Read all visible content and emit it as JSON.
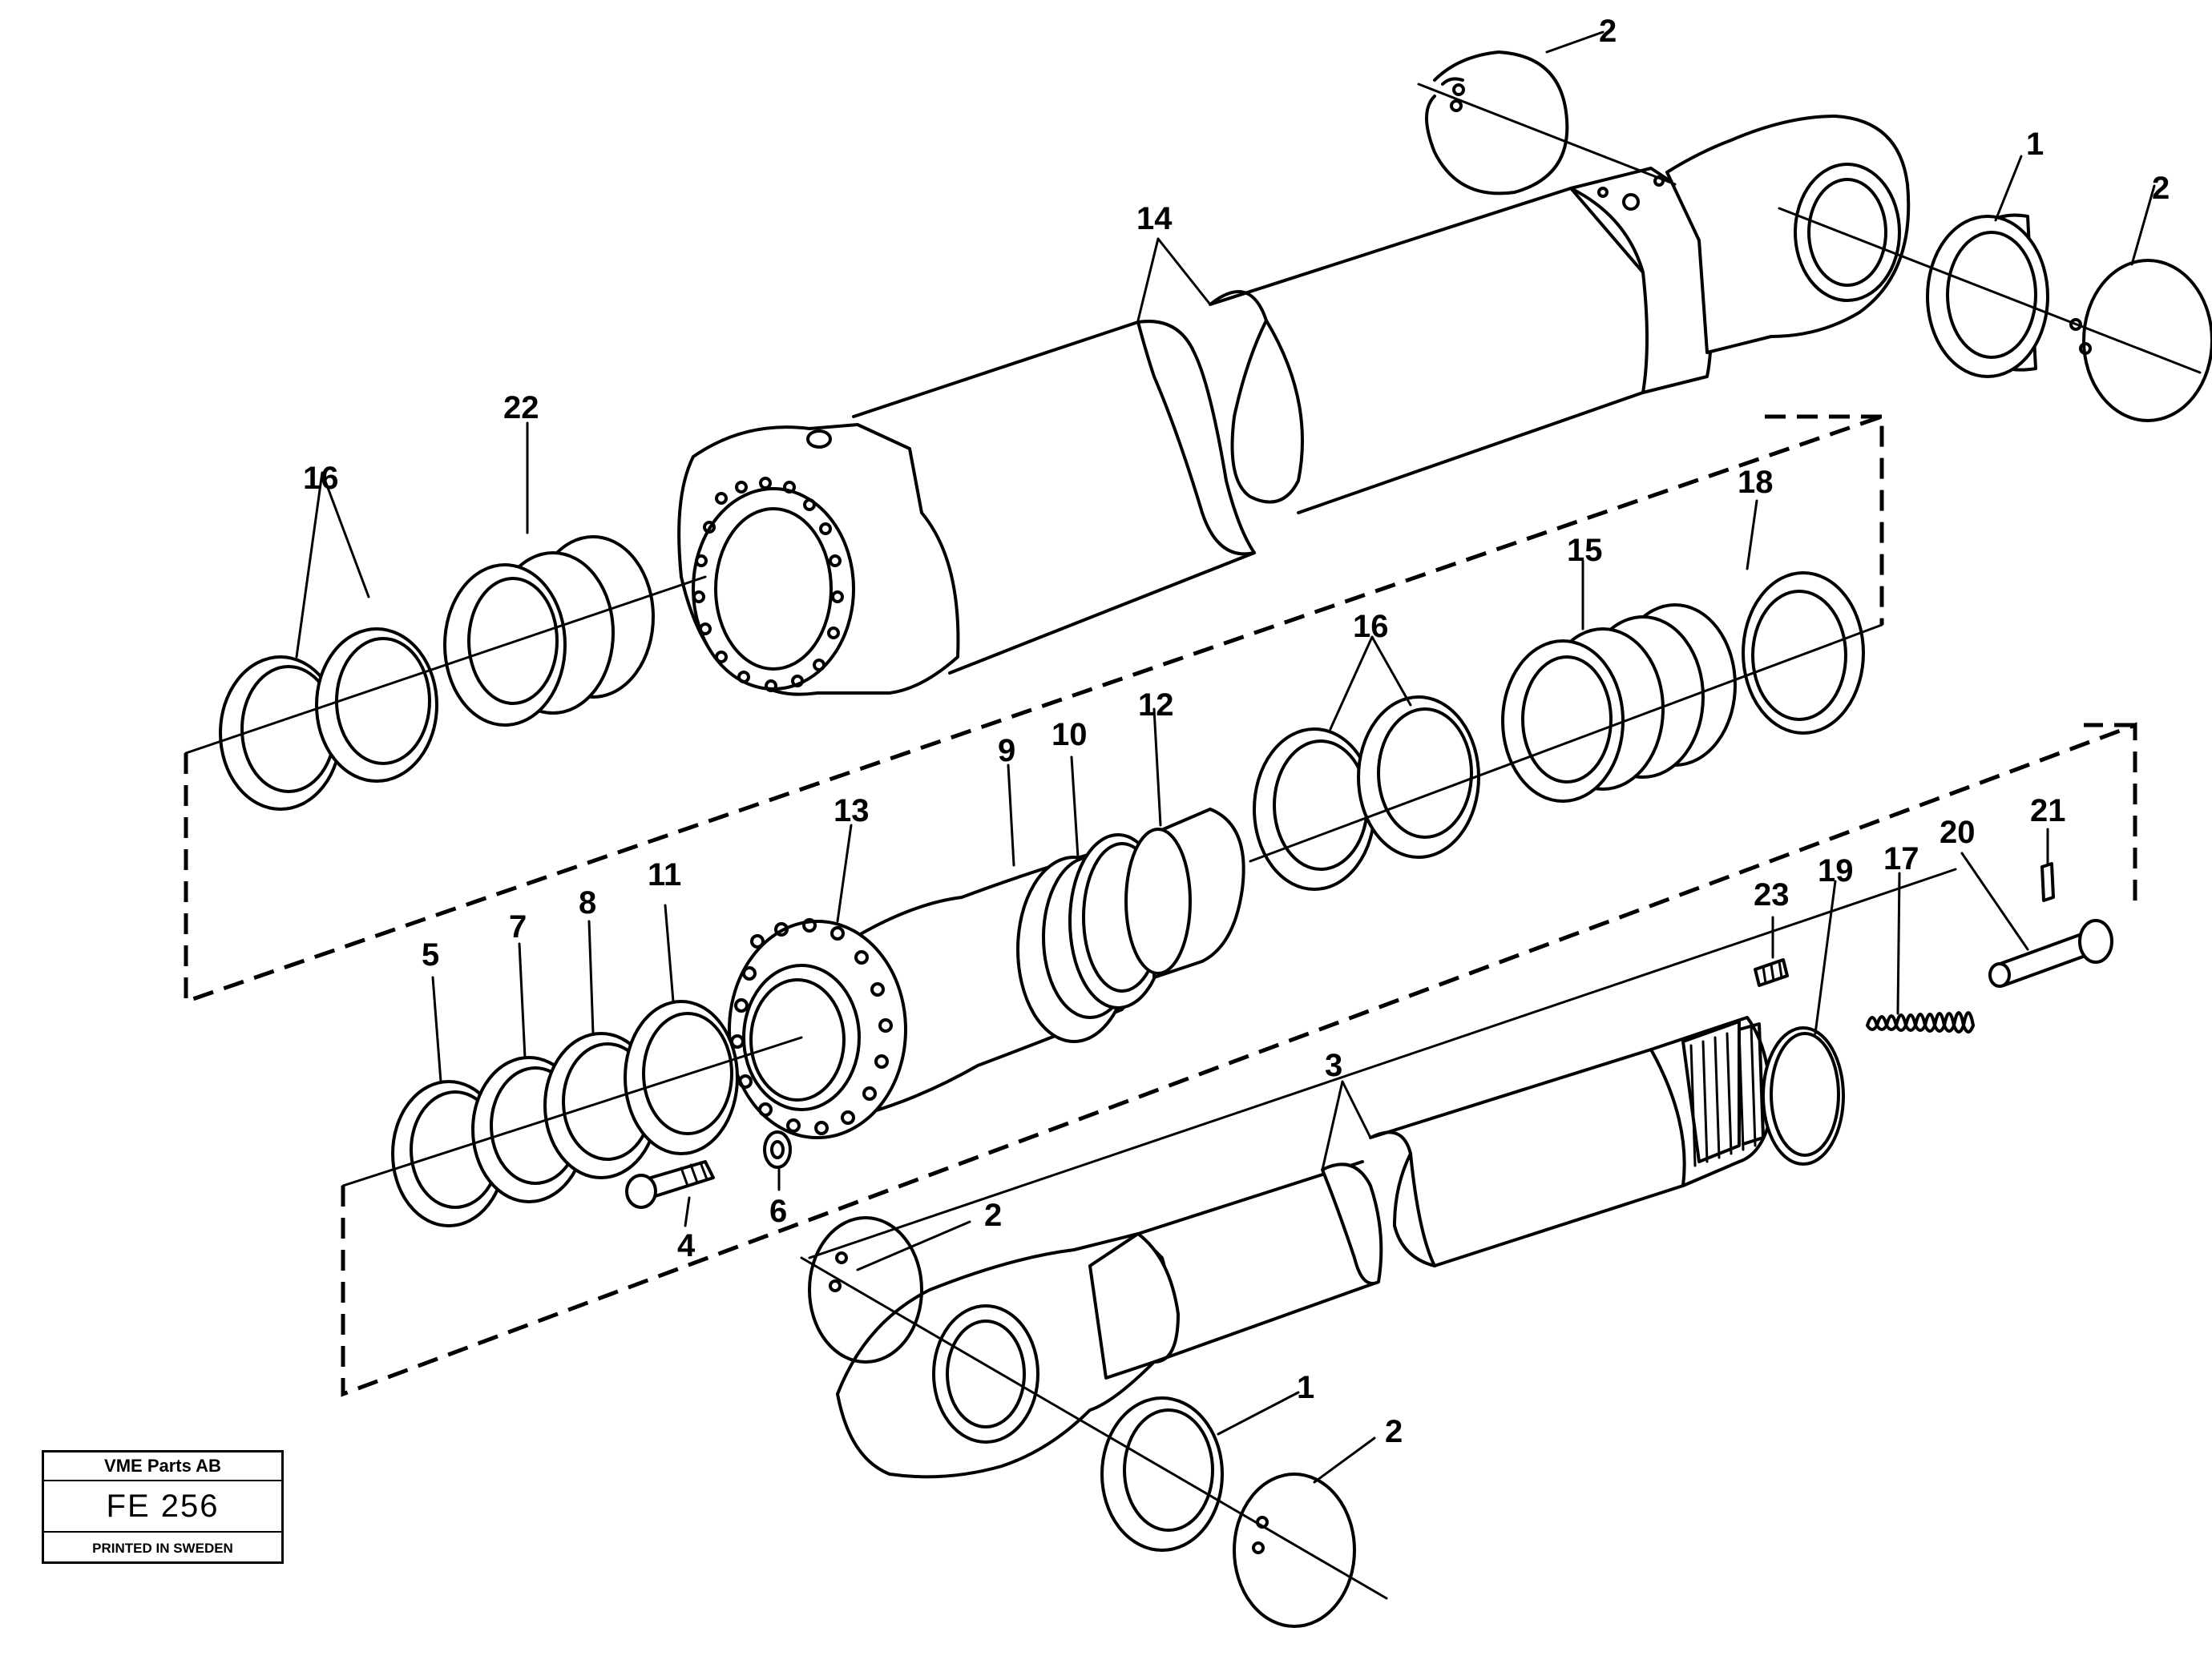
{
  "callouts": {
    "c1a": "1",
    "c1b": "1",
    "c2a": "2",
    "c2b": "2",
    "c2c": "2",
    "c2d": "2",
    "c3": "3",
    "c4": "4",
    "c5": "5",
    "c6": "6",
    "c7": "7",
    "c8": "8",
    "c9": "9",
    "c10": "10",
    "c11": "11",
    "c12": "12",
    "c13": "13",
    "c14": "14",
    "c15": "15",
    "c16a": "16",
    "c16b": "16",
    "c17": "17",
    "c18": "18",
    "c19": "19",
    "c20": "20",
    "c21": "21",
    "c22": "22",
    "c23": "23"
  },
  "stamp": {
    "company": "VME Parts AB",
    "code": "FE 256",
    "printed": "PRINTED IN SWEDEN"
  }
}
